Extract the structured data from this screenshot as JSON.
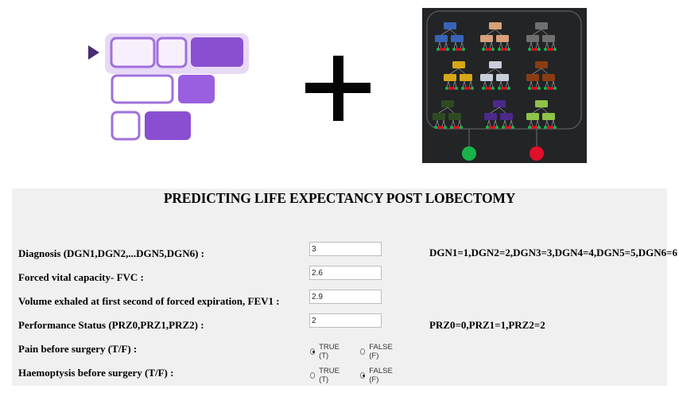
{
  "banner": {
    "logo_icon": "stacked-blocks-logo",
    "plus_icon": "plus-sign",
    "forest_icon": "random-forest-diagram",
    "colors": {
      "logo_purple": "#8a4fd0",
      "logo_light": "#e8d9f6",
      "forest_bg": "#222426",
      "green": "#19b34a",
      "red": "#e0102a"
    }
  },
  "form": {
    "title": "PREDICTING LIFE EXPECTANCY POST LOBECTOMY",
    "rows": [
      {
        "label": "Diagnosis (DGN1,DGN2,...DGN5,DGN6) :",
        "value": "3",
        "hint": "DGN1=1,DGN2=2,DGN3=3,DGN4=4,DGN5=5,DGN6=6"
      },
      {
        "label": "Forced vital capacity- FVC :",
        "value": "2.6"
      },
      {
        "label": "Volume exhaled at first second of forced expiration, FEV1 :",
        "value": "2.9"
      },
      {
        "label": "Performance Status (PRZ0,PRZ1,PRZ2) :",
        "value": "2",
        "hint": "PRZ0=0,PRZ1=1,PRZ2=2"
      }
    ],
    "radios": [
      {
        "label": "Pain before surgery (T/F) :",
        "true_label": "TRUE (T)",
        "false_label": "FALSE (F)",
        "selected": "true"
      },
      {
        "label": "Haemoptysis before surgery (T/F) :",
        "true_label": "TRUE (T)",
        "false_label": "FALSE (F)",
        "selected": "false"
      }
    ]
  }
}
